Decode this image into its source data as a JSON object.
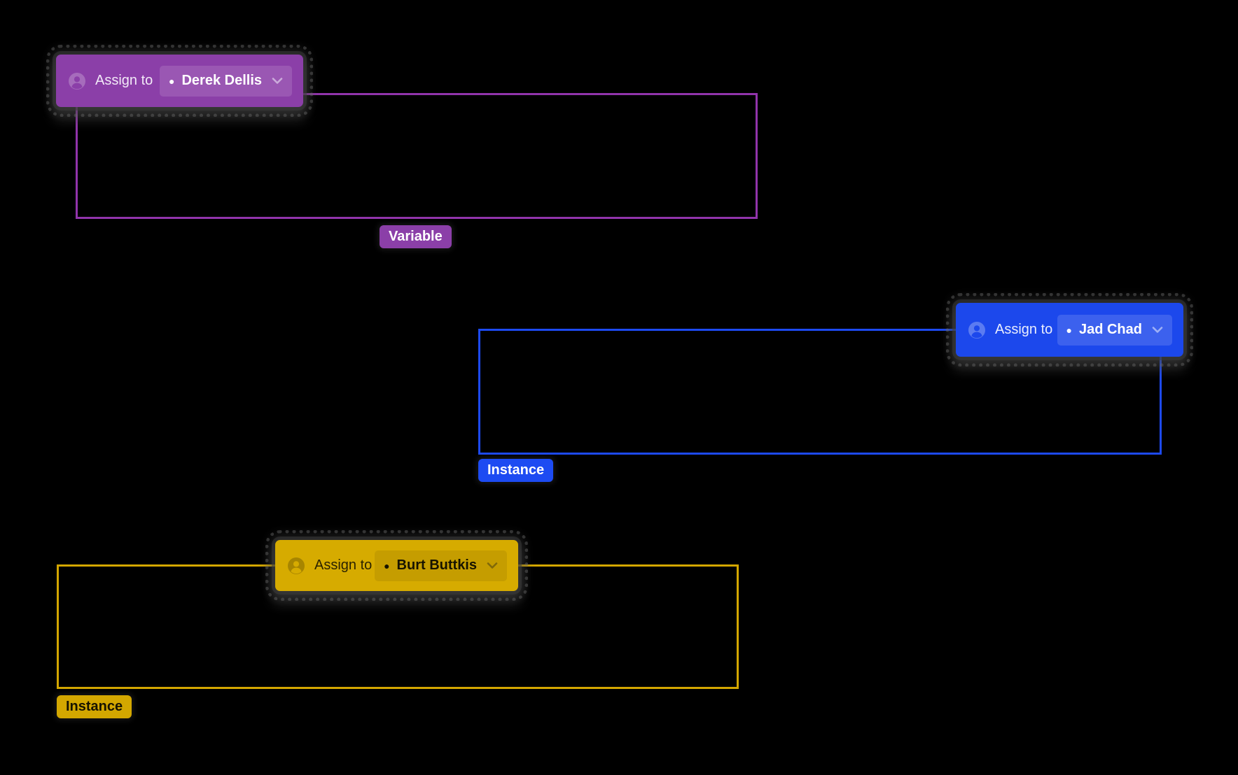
{
  "canvas": {
    "background": "#000000"
  },
  "icons": {
    "avatar": "user-circle",
    "chevron": "chevron-down",
    "presence_dot": "●"
  },
  "annotations": [
    {
      "type_label": "Variable",
      "assign_label": "Assign to",
      "assignee": "Derek Dellis",
      "colors": {
        "badge_bg": "#8B3FA8",
        "badge_text": "#F2E9F7",
        "name_text": "#FFFFFF",
        "pill_bg": "rgba(255,255,255,0.13)",
        "avatar_bg": "rgba(255,255,255,0.24)",
        "chevron": "#CBABDB",
        "outline": "#9134AB",
        "tag_bg": "#8B3FA8",
        "tag_text": "#FFFFFF"
      }
    },
    {
      "type_label": "Instance",
      "assign_label": "Assign to",
      "assignee": "Jad Chad",
      "colors": {
        "badge_bg": "#1C48EC",
        "badge_text": "#E9EDFD",
        "name_text": "#FFFFFF",
        "pill_bg": "rgba(255,255,255,0.14)",
        "avatar_bg": "rgba(255,255,255,0.28)",
        "chevron": "#9FB1F6",
        "outline": "#1D4AF2",
        "tag_bg": "#1D4BF2",
        "tag_text": "#FFFFFF"
      }
    },
    {
      "type_label": "Instance",
      "assign_label": "Assign to",
      "assignee": "Burt Buttkis",
      "colors": {
        "badge_bg": "#D6AB00",
        "badge_text": "#2B2300",
        "name_text": "#171300",
        "pill_bg": "rgba(0,0,0,0.08)",
        "avatar_bg": "rgba(0,0,0,0.22)",
        "chevron": "#80690A",
        "outline": "#D3A600",
        "tag_bg": "#D3A700",
        "tag_text": "#171300"
      }
    }
  ]
}
